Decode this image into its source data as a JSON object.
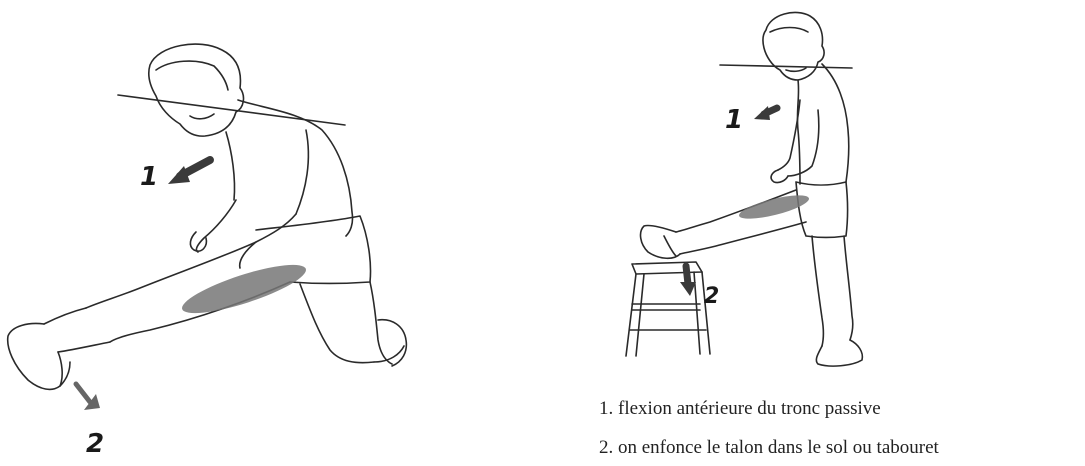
{
  "illustrations": [
    {
      "id": "kneeling-stretch",
      "markers": [
        "1",
        "2"
      ]
    },
    {
      "id": "standing-stool-stretch",
      "markers": [
        "1",
        "2"
      ]
    }
  ],
  "legend": [
    "1. flexion antérieure du tronc passive",
    "2. on enfonce le talon dans le sol ou tabouret"
  ],
  "colors": {
    "line": "#2a2a2a",
    "muscle_fill": "#777777",
    "arrow_fill": "#555555",
    "background": "#ffffff"
  }
}
